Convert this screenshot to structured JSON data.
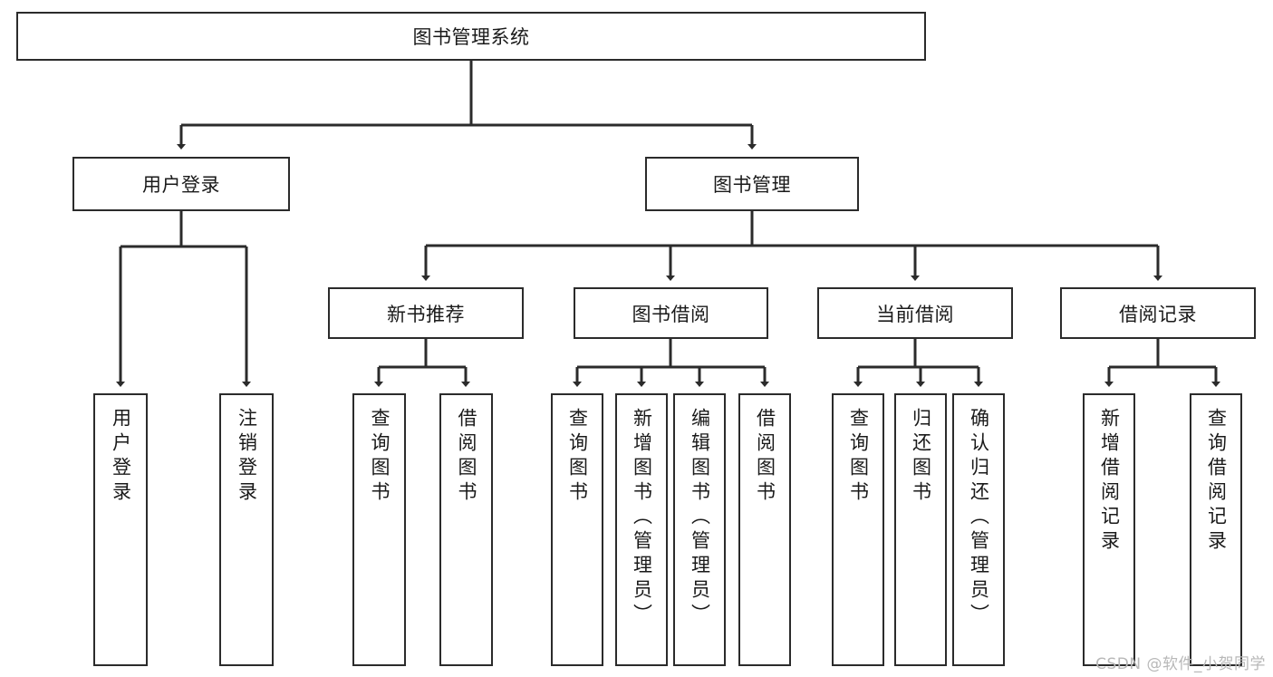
{
  "diagram": {
    "type": "hierarchy-tree",
    "title": "图书管理系统",
    "root": {
      "id": "root",
      "label": "图书管理系统",
      "orientation": "horizontal"
    },
    "level1": [
      {
        "id": "user-login",
        "label": "用户登录",
        "orientation": "horizontal"
      },
      {
        "id": "book-manage",
        "label": "图书管理",
        "orientation": "horizontal"
      }
    ],
    "level2": [
      {
        "id": "new-book-recommend",
        "label": "新书推荐",
        "orientation": "horizontal",
        "parent": "book-manage"
      },
      {
        "id": "book-borrow",
        "label": "图书借阅",
        "orientation": "horizontal",
        "parent": "book-manage"
      },
      {
        "id": "current-borrow",
        "label": "当前借阅",
        "orientation": "horizontal",
        "parent": "book-manage"
      },
      {
        "id": "borrow-record",
        "label": "借阅记录",
        "orientation": "horizontal",
        "parent": "book-manage"
      }
    ],
    "leaves": [
      {
        "id": "leaf-user-login",
        "label": "用户登录",
        "parent": "user-login"
      },
      {
        "id": "leaf-user-logout",
        "label": "注销登录",
        "parent": "user-login"
      },
      {
        "id": "leaf-query-book-1",
        "label": "查询图书",
        "parent": "new-book-recommend"
      },
      {
        "id": "leaf-borrow-book-1",
        "label": "借阅图书",
        "parent": "new-book-recommend"
      },
      {
        "id": "leaf-query-book-2",
        "label": "查询图书",
        "parent": "book-borrow"
      },
      {
        "id": "leaf-add-book",
        "label": "新增图书（管理员）",
        "parent": "book-borrow"
      },
      {
        "id": "leaf-edit-book",
        "label": "编辑图书（管理员）",
        "parent": "book-borrow"
      },
      {
        "id": "leaf-borrow-book-2",
        "label": "借阅图书",
        "parent": "book-borrow"
      },
      {
        "id": "leaf-query-book-3",
        "label": "查询图书",
        "parent": "current-borrow"
      },
      {
        "id": "leaf-return-book",
        "label": "归还图书",
        "parent": "current-borrow"
      },
      {
        "id": "leaf-confirm-return",
        "label": "确认归还（管理员）",
        "parent": "current-borrow"
      },
      {
        "id": "leaf-add-record",
        "label": "新增借阅记录",
        "parent": "borrow-record"
      },
      {
        "id": "leaf-query-record",
        "label": "查询借阅记录",
        "parent": "borrow-record"
      }
    ]
  },
  "watermark": {
    "text": "CSDN @软件_小贺同学"
  },
  "colors": {
    "border": "#2b2b2b",
    "background": "#ffffff",
    "text": "#1a1a1a",
    "watermark": "#b8b8b8"
  }
}
